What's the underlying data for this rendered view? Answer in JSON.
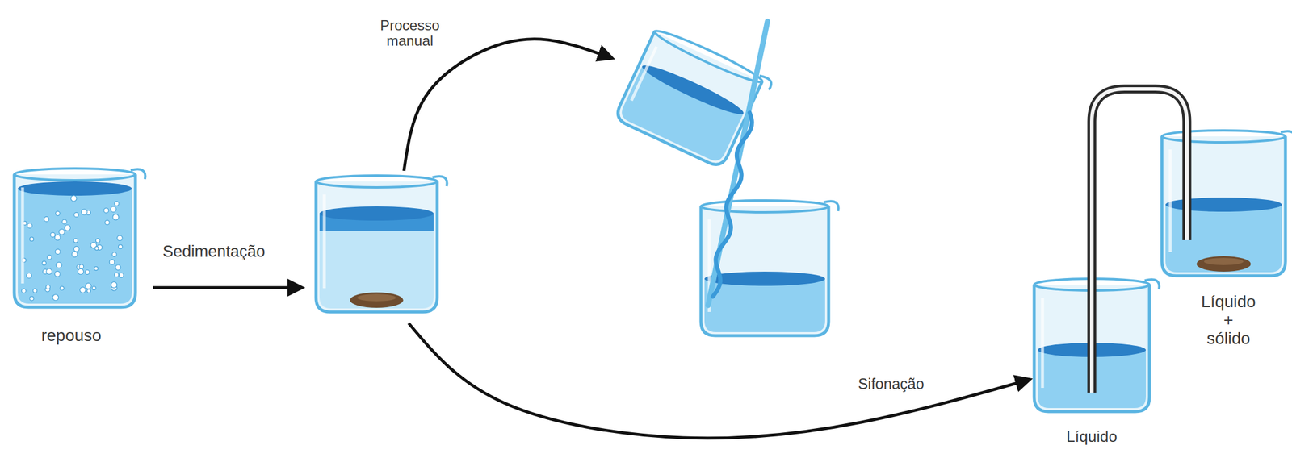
{
  "diagram": {
    "labels": [
      "Processo manual",
      "Sedimentação",
      "repouso",
      "Sifonação",
      "Líquido + sólido",
      "Líquido"
    ]
  }
}
